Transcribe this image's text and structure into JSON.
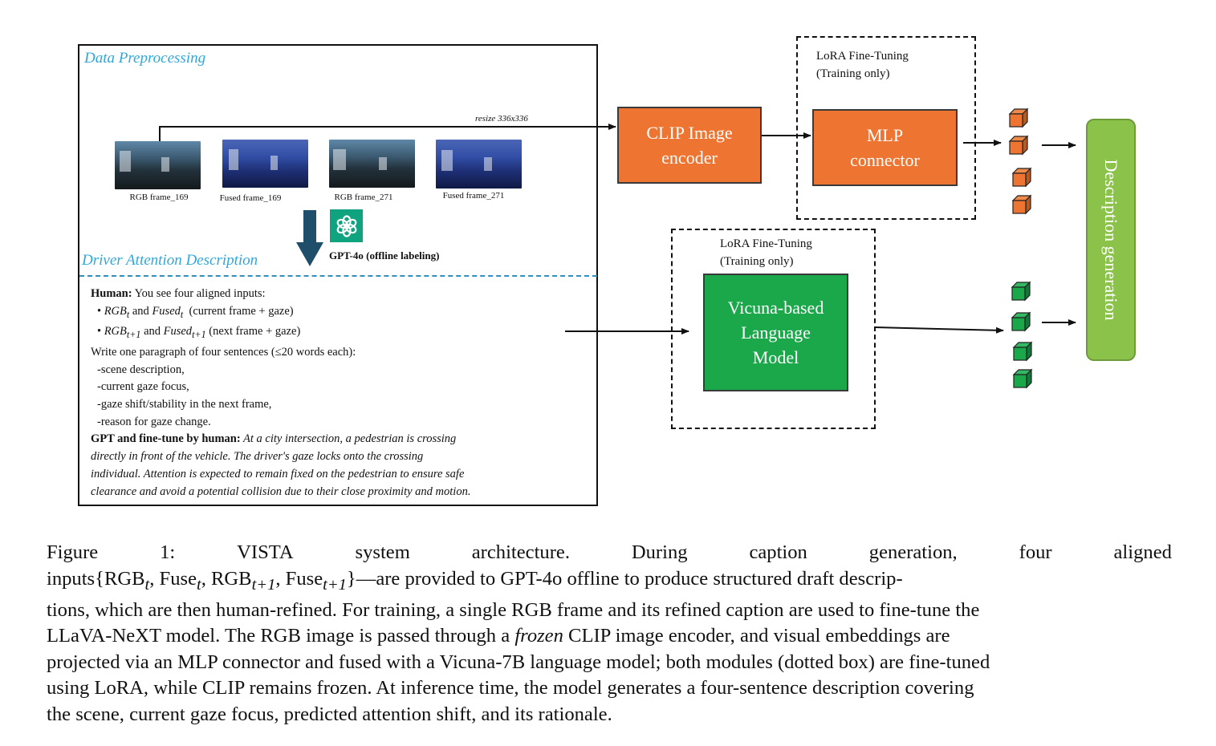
{
  "preprocessing": {
    "title": "Data Preprocessing",
    "resize_label": "resize 336x336",
    "frames": [
      {
        "label": "RGB frame_169",
        "kind": "rgb"
      },
      {
        "label": "Fused frame_169",
        "kind": "fused"
      },
      {
        "label": "RGB frame_271",
        "kind": "rgb"
      },
      {
        "label": "Fused frame_271",
        "kind": "fused"
      }
    ],
    "gpt_label": "GPT-4o (offline labeling)",
    "gpt_icon": "openai-logo-icon",
    "colors": {
      "section_title": "#2fa7dd",
      "gpt": "#10a37f"
    }
  },
  "attention": {
    "title": "Driver Attention Description",
    "human_label": "Human:",
    "human_text": " You see four aligned inputs:",
    "bullet1_a": "RGB",
    "bullet1_a_sub": "t",
    "bullet1_and": " and ",
    "bullet1_b": "Fused",
    "bullet1_b_sub": "t",
    "bullet1_note": "(current frame + gaze)",
    "bullet2_a": "RGB",
    "bullet2_a_sub": "t+1",
    "bullet2_and": " and ",
    "bullet2_b": "Fused",
    "bullet2_b_sub": "t+1",
    "bullet2_note": " (next frame + gaze)",
    "instruction": "Write one paragraph of four sentences (≤20 words each):",
    "items": [
      "-scene description,",
      "-current gaze focus,",
      "-gaze shift/stability in the next frame,",
      "-reason for gaze change."
    ],
    "gpt_label": "GPT and fine-tune by human:",
    "example_lines": [
      " At a city intersection, a pedestrian is crossing",
      "directly in front of the vehicle. The driver's gaze locks onto the crossing",
      "individual. Attention is expected to remain fixed on the pedestrian to ensure safe",
      "clearance and avoid a potential collision due to their close proximity and motion."
    ]
  },
  "architecture": {
    "clip_label_1": "CLIP Image",
    "clip_label_2": "encoder",
    "mlp_label_1": "MLP",
    "mlp_label_2": "connector",
    "vicuna_label_1": "Vicuna-based",
    "vicuna_label_2": "Language",
    "vicuna_label_3": "Model",
    "lora_top_1": "LoRA Fine-Tuning",
    "lora_top_2": "(Training only)",
    "lora_bottom_1": "LoRA Fine-Tuning",
    "lora_bottom_2": "(Training only)",
    "description_generation": "Description generation",
    "colors": {
      "orange": "#ed7431",
      "green": "#1aa84a",
      "light_green": "#8bc34a"
    }
  },
  "caption": {
    "line1_words": [
      "Figure",
      "1:",
      "VISTA",
      "system",
      "architecture.",
      "During",
      "caption",
      "generation,",
      "four",
      "aligned"
    ],
    "line2_pre": "inputs",
    "math_open": "{",
    "m_rgb": "RGB",
    "m_t": "t",
    "m_comma": ", ",
    "m_fuse": "Fuse",
    "m_t1": "t+1",
    "math_close": "}",
    "line2_post": "—are provided to GPT-4o offline to produce structured draft descrip-",
    "line3": "tions, which are then human-refined. For training, a single RGB frame and its refined caption are used to fine-tune the",
    "line4_pre": "LLaVA-NeXT model. The RGB image is passed through a ",
    "line4_em": "frozen",
    "line4_post": " CLIP image encoder, and visual embeddings are",
    "line5": "projected via an MLP connector and fused with a Vicuna-7B language model; both modules (dotted box) are fine-tuned",
    "line6": "using LoRA, while CLIP remains frozen. At inference time, the model generates a four-sentence description covering",
    "line7": "the scene, current gaze focus, predicted attention shift, and its rationale."
  }
}
